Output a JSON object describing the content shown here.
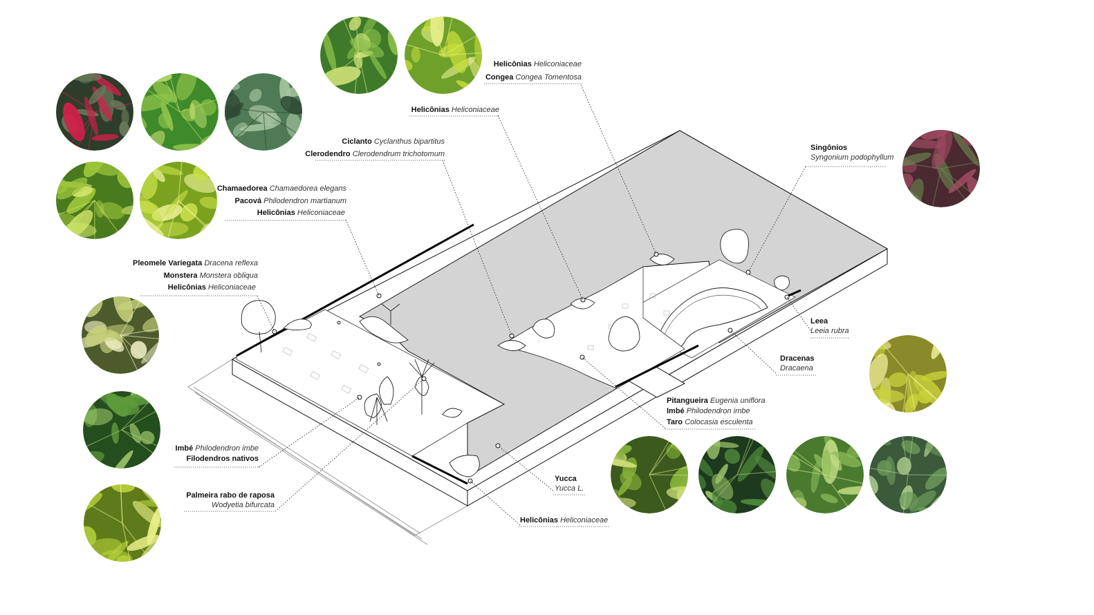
{
  "labels": [
    {
      "id": "l1",
      "name": "Helicônias",
      "sci": "Heliconiaceae"
    },
    {
      "id": "l2",
      "name": "Congea",
      "sci": "Congea Tomentosa"
    },
    {
      "id": "l3",
      "name": "Helicônias",
      "sci": "Heliconiaceae"
    },
    {
      "id": "l4",
      "name": "Ciclanto",
      "sci": "Cyclanthus bipartitus"
    },
    {
      "id": "l5",
      "name": "Clerodendro",
      "sci": "Clerodendrum trichotomum"
    },
    {
      "id": "l6",
      "name": "Chamaedorea",
      "sci": "Chamaedorea elegans"
    },
    {
      "id": "l7",
      "name": "Pacová",
      "sci": "Philodendron martianum"
    },
    {
      "id": "l8",
      "name": "Helicônias",
      "sci": "Heliconiaceae"
    },
    {
      "id": "l9",
      "name": "Pleomele Variegata",
      "sci": "Dracena reflexa"
    },
    {
      "id": "l10",
      "name": "Monstera",
      "sci": "Monstera obliqua"
    },
    {
      "id": "l11",
      "name": "Helicônias",
      "sci": "Heliconiaceae"
    },
    {
      "id": "l12",
      "name": "Imbé",
      "sci": "Philodendron imbe"
    },
    {
      "id": "l13",
      "name": "Filodendros nativos",
      "sci": ""
    },
    {
      "id": "l14",
      "name": "Palmeira rabo de raposa",
      "sci": ""
    },
    {
      "id": "l15",
      "name": "",
      "sci": "Wodyetia bifurcata"
    },
    {
      "id": "l16",
      "name": "Singônios",
      "sci": ""
    },
    {
      "id": "l17",
      "name": "",
      "sci": "Syngonium podophyllum"
    },
    {
      "id": "l18",
      "name": "Leea",
      "sci": ""
    },
    {
      "id": "l19",
      "name": "",
      "sci": "Leeia rubra"
    },
    {
      "id": "l20",
      "name": "Dracenas",
      "sci": ""
    },
    {
      "id": "l21",
      "name": "",
      "sci": "Dracaena"
    },
    {
      "id": "l22",
      "name": "Pitangueira",
      "sci": "Eugenia uniflora"
    },
    {
      "id": "l23",
      "name": "Imbé",
      "sci": "Philodendron imbe"
    },
    {
      "id": "l24",
      "name": "Taro",
      "sci": "Colocasia esculenta"
    },
    {
      "id": "l25",
      "name": "Yucca",
      "sci": ""
    },
    {
      "id": "l26",
      "name": "",
      "sci": "Yucca L."
    },
    {
      "id": "l27",
      "name": "Helicônias",
      "sci": "Heliconiaceae"
    }
  ],
  "photos": [
    {
      "name": "helicônia-photo",
      "base": "#3f7a2a",
      "leaf": "#8cc04a",
      "accent": "#cfe27a"
    },
    {
      "name": "congea-photo",
      "base": "#6fa12a",
      "leaf": "#c6dd3a",
      "accent": "#e6ee8a"
    },
    {
      "name": "red-foliage-photo",
      "base": "#2e3d2a",
      "leaf": "#6b7a5c",
      "accent": "#d2204a"
    },
    {
      "name": "pothos-photo",
      "base": "#3f8a2a",
      "leaf": "#8fc44c",
      "accent": "#b9d86a"
    },
    {
      "name": "maranta-photo",
      "base": "#4f7a55",
      "leaf": "#a6c6a0",
      "accent": "#2f4a35"
    },
    {
      "name": "broadleaf-photo",
      "base": "#4a7a1e",
      "leaf": "#9cc53a",
      "accent": "#d0e46a"
    },
    {
      "name": "palm-frond-photo",
      "base": "#7aa21e",
      "leaf": "#c9df4a",
      "accent": "#eef29a"
    },
    {
      "name": "dracena-variegata-photo",
      "base": "#4c5a2c",
      "leaf": "#c6d07a",
      "accent": "#f0f0c6"
    },
    {
      "name": "monstera-photo",
      "base": "#254e1e",
      "leaf": "#5e9a3c",
      "accent": "#a8d070"
    },
    {
      "name": "foxtail-palm-photo",
      "base": "#5e7a1a",
      "leaf": "#b8d23a",
      "accent": "#e8ee8a"
    },
    {
      "name": "syngonium-photo",
      "base": "#4a2a30",
      "leaf": "#a04a62",
      "accent": "#6e8a52"
    },
    {
      "name": "leea-photo",
      "base": "#8a8a2a",
      "leaf": "#c8d23a",
      "accent": "#f0ee9a"
    },
    {
      "name": "pitangueira-photo",
      "base": "#3c5a1e",
      "leaf": "#86b23a",
      "accent": "#cfe07a"
    },
    {
      "name": "imbe-photo",
      "base": "#1e3a1e",
      "leaf": "#4f8a3c",
      "accent": "#9cc46a"
    },
    {
      "name": "philodendron-photo",
      "base": "#4a7a2e",
      "leaf": "#8cbc5a",
      "accent": "#c8e08a"
    },
    {
      "name": "taro-photo",
      "base": "#3a5a3a",
      "leaf": "#6e9a5a",
      "accent": "#a6c68a"
    }
  ],
  "colors": {
    "paved_area": "#d4d4d4",
    "outline": "#111111",
    "ground": "#ffffff"
  }
}
